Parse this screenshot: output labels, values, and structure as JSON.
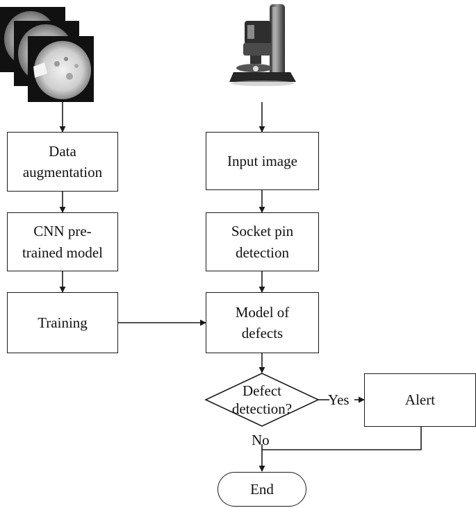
{
  "nodes": {
    "data_augmentation": "Data\naugmentation",
    "cnn_model": "CNN pre-\ntrained model",
    "training": "Training",
    "input_image": "Input image",
    "socket_pin": "Socket pin\ndetection",
    "model_defects": "Model of\ndefects",
    "decision": "Defect\ndetection?",
    "alert": "Alert",
    "end": "End"
  },
  "edges": {
    "yes_label": "Yes",
    "no_label": "No"
  },
  "images": {
    "dataset_stack": "ct-scan-image-stack",
    "microscope": "digital-microscope"
  }
}
